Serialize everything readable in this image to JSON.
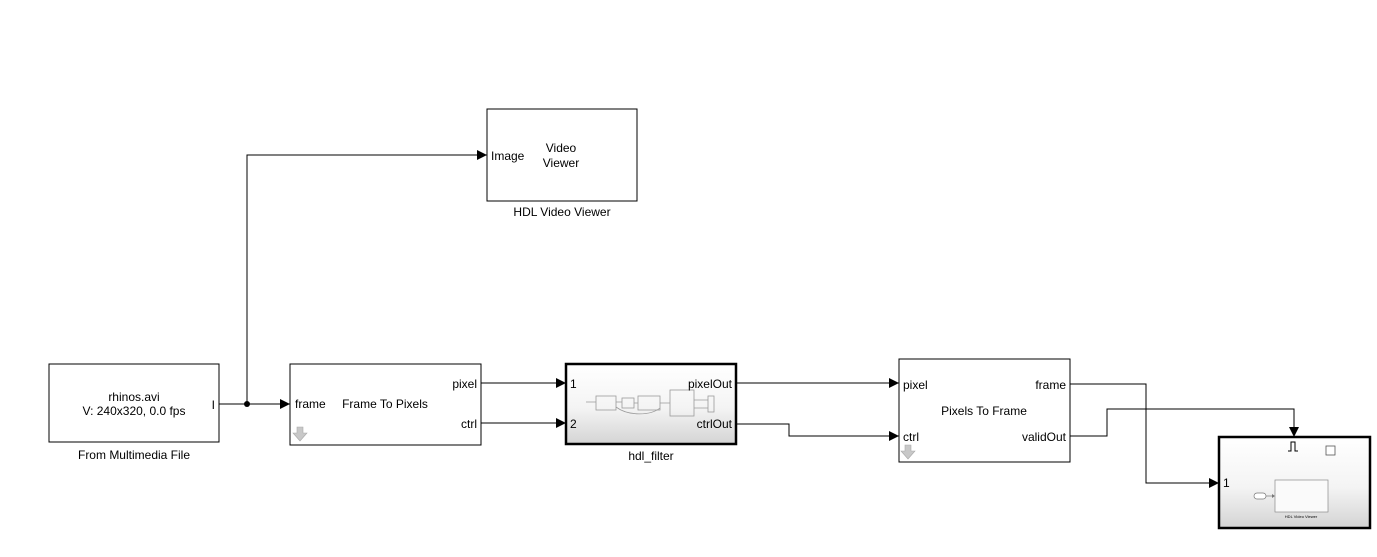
{
  "blocks": {
    "video_viewer": {
      "line1": "Video",
      "line2": "Viewer",
      "port_in": "Image",
      "name": "HDL Video Viewer"
    },
    "multimedia": {
      "line1": "rhinos.avi",
      "line2": "V: 240x320, 0.0 fps",
      "port_out": "I",
      "name": "From Multimedia File"
    },
    "frame_to_pixels": {
      "title": "Frame To Pixels",
      "port_in": "frame",
      "port_out_1": "pixel",
      "port_out_2": "ctrl",
      "arrow_icon": "down-arrow-icon"
    },
    "hdl_filter": {
      "port_in_1": "1",
      "port_in_2": "2",
      "port_out_1": "pixelOut",
      "port_out_2": "ctrlOut",
      "name": "hdl_filter"
    },
    "pixels_to_frame": {
      "title": "Pixels To Frame",
      "port_in_1": "pixel",
      "port_in_2": "ctrl",
      "port_out_1": "frame",
      "port_out_2": "validOut",
      "arrow_icon": "down-arrow-icon"
    },
    "enabled_viewer": {
      "port_in": "1",
      "enable_icon": "pulse-icon",
      "checkbox_icon": "checkbox-icon",
      "inner_label": "HDL Video Viewer"
    }
  }
}
